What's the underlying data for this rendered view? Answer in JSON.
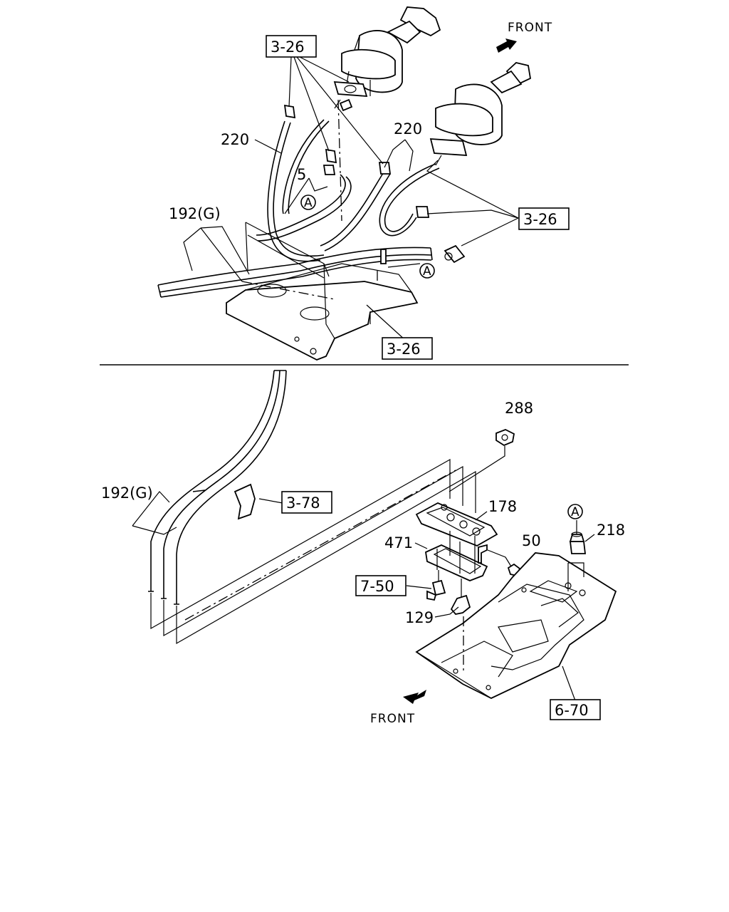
{
  "labels": {
    "front_top": "FRONT",
    "front_bottom": "FRONT",
    "ref_3_26_a": "3-26",
    "ref_3_26_b": "3-26",
    "ref_3_26_c": "3-26",
    "ref_3_78": "3-78",
    "ref_7_50": "7-50",
    "ref_6_70": "6-70",
    "p220_a": "220",
    "p220_b": "220",
    "p5": "5",
    "p192g_top": "192(G)",
    "p192g_bottom": "192(G)",
    "p288": "288",
    "p178": "178",
    "p471": "471",
    "p50": "50",
    "p218": "218",
    "p129": "129",
    "circle_a1": "A",
    "circle_a2": "A",
    "circle_a3": "A"
  }
}
